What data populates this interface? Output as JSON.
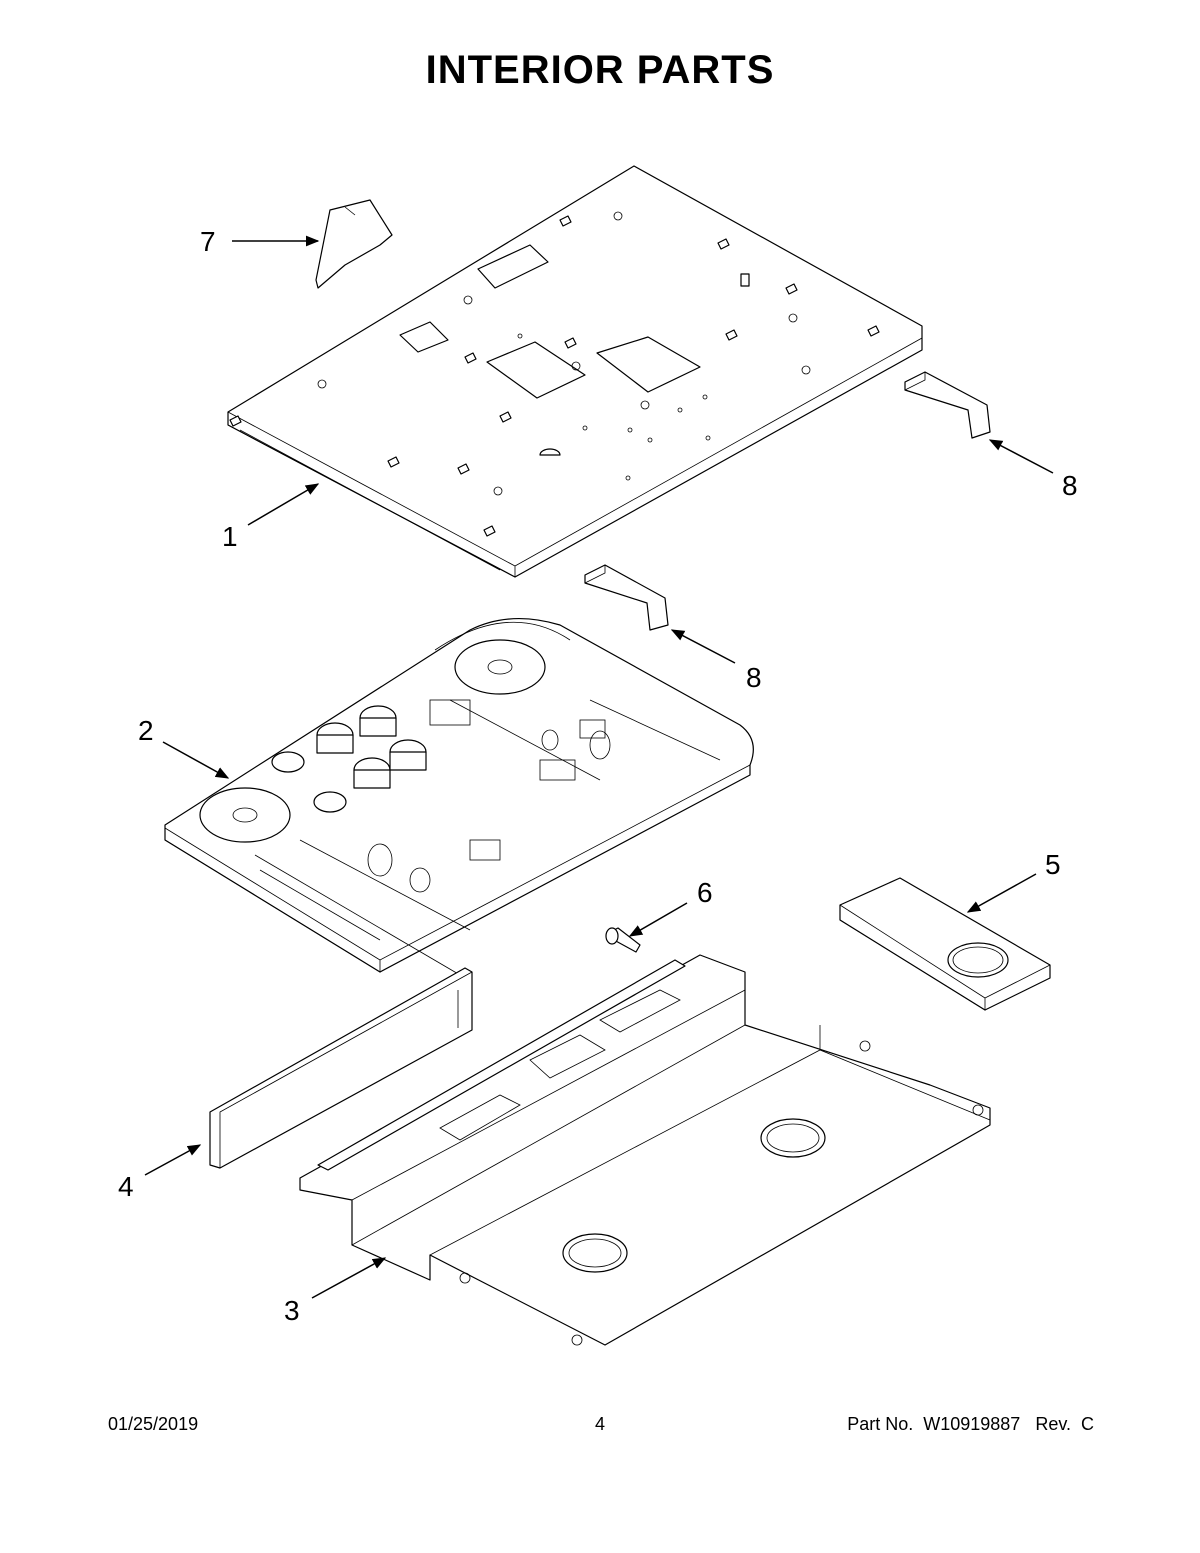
{
  "page": {
    "title": "INTERIOR PARTS",
    "footer": {
      "date": "01/25/2019",
      "page_number": "4",
      "part_number": "Part No.  W10919887   Rev.  C"
    }
  },
  "callouts": [
    {
      "id": "c7",
      "label": "7"
    },
    {
      "id": "c8a",
      "label": "8"
    },
    {
      "id": "c1",
      "label": "1"
    },
    {
      "id": "c8b",
      "label": "8"
    },
    {
      "id": "c2",
      "label": "2"
    },
    {
      "id": "c5",
      "label": "5"
    },
    {
      "id": "c6",
      "label": "6"
    },
    {
      "id": "c4",
      "label": "4"
    },
    {
      "id": "c3",
      "label": "3"
    }
  ]
}
